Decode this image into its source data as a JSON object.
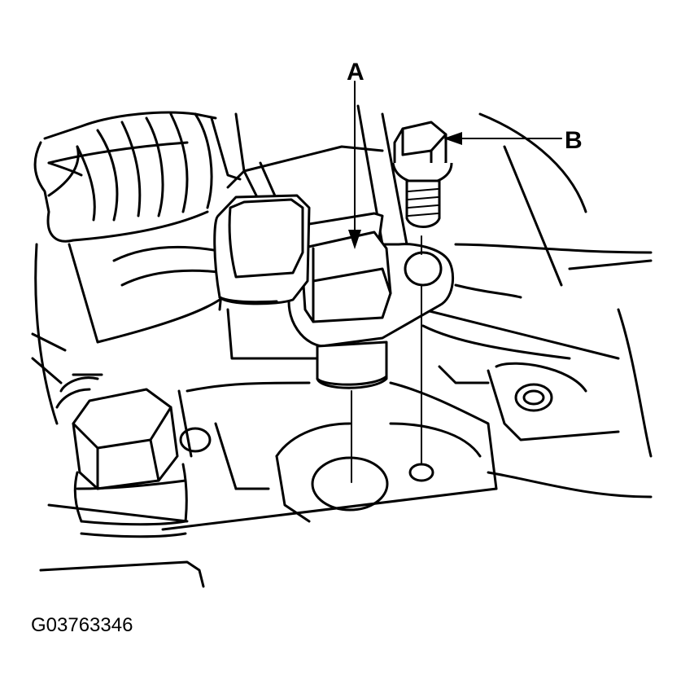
{
  "callouts": {
    "a": "A",
    "b": "B"
  },
  "figure_id": "G03763346",
  "colors": {
    "line": "#000000",
    "background": "#ffffff"
  }
}
